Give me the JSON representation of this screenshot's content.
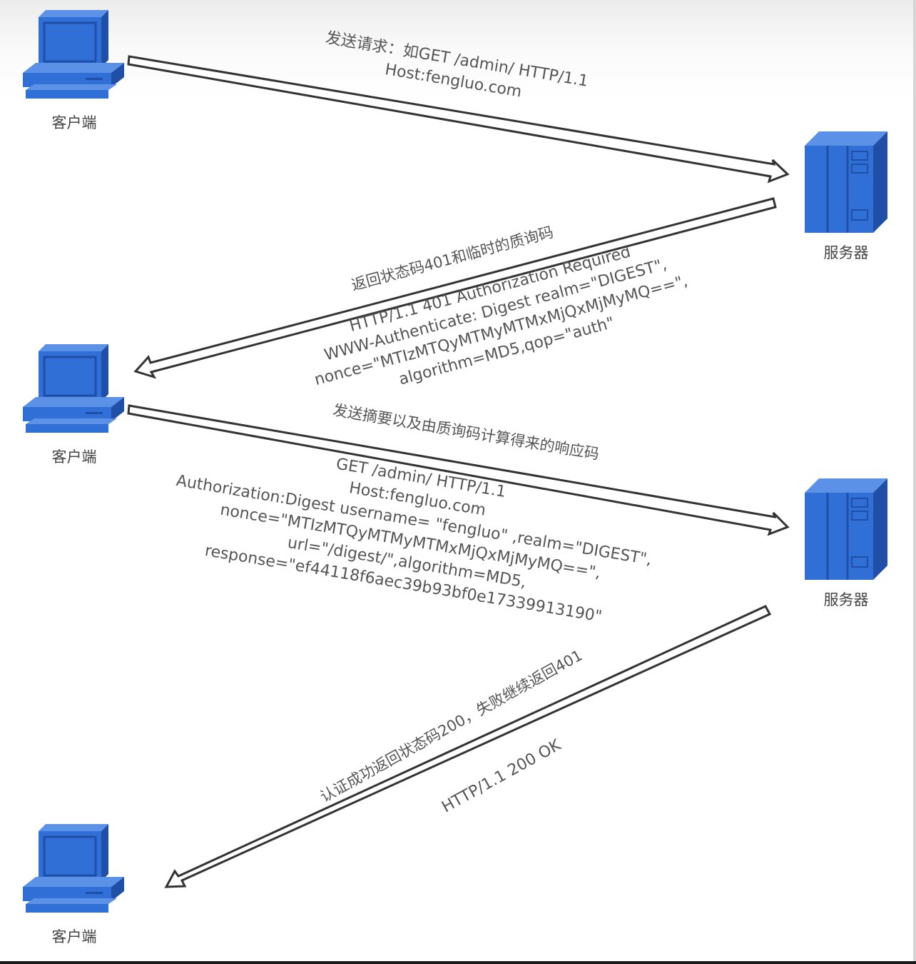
{
  "nodes": {
    "client1": {
      "label": "客户端"
    },
    "server1": {
      "label": "服务器"
    },
    "client2": {
      "label": "客户端"
    },
    "server2": {
      "label": "服务器"
    },
    "client3": {
      "label": "客户端"
    }
  },
  "arrow1": {
    "lines": [
      "发送请求：如GET /admin/ HTTP/1.1",
      "Host:fengluo.com"
    ]
  },
  "arrow2": {
    "title": "返回状态码401和临时的质询码",
    "lines": [
      "HTTP/1.1 401 Authorization Required",
      "WWW-Authenticate: Digest realm=\"DIGEST\",",
      "nonce=\"MTIzMTQyMTMyMTMxMjQxMjMyMQ==\",",
      "algorithm=MD5,qop=\"auth\""
    ]
  },
  "arrow3": {
    "title": "发送摘要以及由质询码计算得来的响应码",
    "lines": [
      "GET /admin/ HTTP/1.1",
      "Host:fengluo.com",
      "Authorization:Digest username= \"fengluo\" ,realm=\"DIGEST\",",
      "nonce=\"MTIzMTQyMTMyMTMxMjQxMjMyMQ==\",",
      "url=\"/digest/\",algorithm=MD5,",
      "response=\"ef44118f6aec39b93bf0e17339913190\""
    ]
  },
  "arrow4": {
    "title": "认证成功返回状态码200，失败继续返回401",
    "lines": [
      "HTTP/1.1 200 OK"
    ]
  },
  "colors": {
    "icon_fill": "#2f6fd6",
    "icon_dark": "#1f4fa6",
    "icon_light": "#5b92e8",
    "arrow_stroke": "#333333",
    "text": "#555555"
  }
}
